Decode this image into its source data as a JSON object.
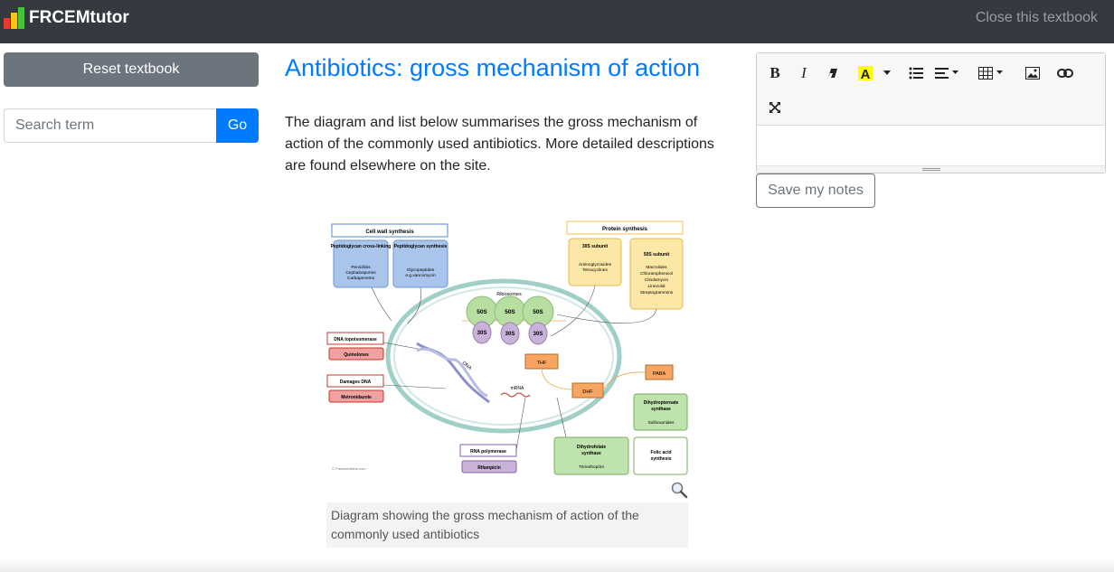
{
  "navbar": {
    "brand": "FRCEMtutor",
    "close_link": "Close this textbook",
    "logo_colors": [
      "#e63b2e",
      "#f5c518",
      "#44c43a"
    ]
  },
  "sidebar": {
    "reset_button": "Reset textbook",
    "search": {
      "placeholder": "Search term",
      "value": ""
    },
    "go_button": "Go"
  },
  "main": {
    "title": "Antibiotics: gross mechanism of action",
    "intro": "The diagram and list below summarises the gross mechanism of action of the commonly used antibiotics. More detailed descriptions are found elsewhere on the site.",
    "figure": {
      "caption": "Diagram showing the gross mechanism of action of the commonly used antibiotics",
      "diagram": {
        "cell_wall_header": "Cell wall synthesis",
        "cell_wall_left_title": "Peptidoglycan cross-linking",
        "cell_wall_left_drugs": [
          "Penicillins",
          "Cephalosporins",
          "Carbapenems"
        ],
        "cell_wall_right_title": "Peptidoglycan synthesis",
        "cell_wall_right_drugs": [
          "Glycopeptides",
          "e.g.vancomycin"
        ],
        "protein_header": "Protein synthesis",
        "sub30_title": "30S subunit",
        "sub30_drugs": [
          "Aminoglycosides",
          "Tetracyclines"
        ],
        "sub50_title": "50S subunit",
        "sub50_drugs": [
          "Macrolides",
          "Chloramphenicol",
          "Clindamycin",
          "Linezolid",
          "Streptogrammins"
        ],
        "ribosomes": "Ribosomes",
        "s50": "50S",
        "s30": "30S",
        "dna_topo": "DNA topoisomerase",
        "quinolones": "Quinolones",
        "damages_dna": "Damages DNA",
        "metronidazole": "Metronidazole",
        "dna": "DNA",
        "mrna": "mRNA",
        "thf": "THF",
        "dhf": "DHF",
        "paba": "PABA",
        "dihydropteroate": [
          "Dihydropteroate",
          "synthase"
        ],
        "sulfonamides": "Sulfonamides",
        "dihydrofolate": [
          "Dihydrofolate",
          "synthase"
        ],
        "trimethoprim": "Trimethoprim",
        "folic_acid": [
          "Folic acid",
          "synthesis"
        ],
        "rna_pol": "RNA polymerase",
        "rifampicin": "Rifampicin",
        "copyright": "© Passmedicine.com"
      }
    }
  },
  "editor": {
    "toolbar": {
      "bold": "B",
      "italic": "I"
    },
    "save_button": "Save my notes"
  }
}
